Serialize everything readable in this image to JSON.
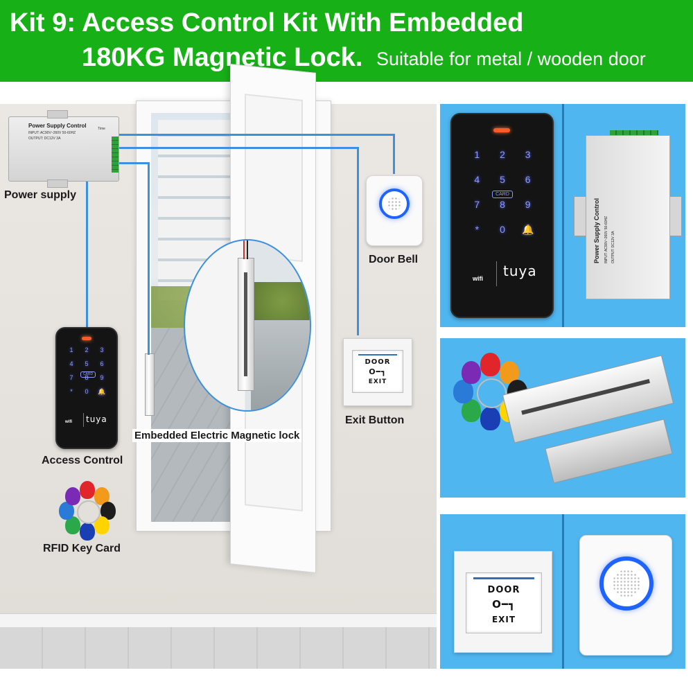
{
  "header": {
    "title_line1": "Kit 9: Access Control Kit With Embedded",
    "title_line2": "180KG Magnetic Lock.",
    "subtitle": "Suitable for metal / wooden door"
  },
  "diagram": {
    "labels": {
      "power_supply": "Power supply",
      "door_bell": "Door Bell",
      "exit_button": "Exit Button",
      "magnetic_lock": "Embedded Electric Magnetic lock",
      "access_control": "Access Control",
      "rfid_key_card": "RFID Key Card"
    },
    "power_supply_unit": {
      "label": "Power Supply Control",
      "fine_print": "INPUT: AC90V~260V 50-60HZ",
      "fine_print_2": "OUTPUT: DC12V 3A",
      "time_label": "Time"
    },
    "wire_color": "#3d8fe0"
  },
  "keypad": {
    "keys": [
      "1",
      "2",
      "3",
      "4",
      "5",
      "6",
      "7",
      "8",
      "9",
      "*",
      "0",
      "🔔"
    ],
    "card_label": "CARD",
    "wifi_label": "wifi",
    "brand": "tuya"
  },
  "exit_button": {
    "top_text": "DOOR",
    "bottom_text": "EXIT",
    "key_symbol": "O━┓"
  },
  "rfid_tag_colors": [
    "#e0262b",
    "#f29a1c",
    "#1d1d1d",
    "#ffd400",
    "#1a3fb5",
    "#2aa84a",
    "#2a7ad8",
    "#7a2ab5"
  ],
  "colors": {
    "banner": "#17b117",
    "panel": "#4fb6ef",
    "led": "#ff5a2a",
    "key_glow": "#8d9bff",
    "bell_ring": "#1f63ff"
  }
}
